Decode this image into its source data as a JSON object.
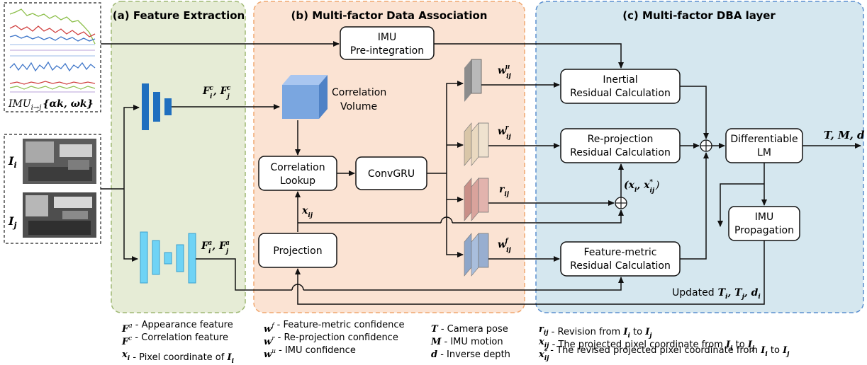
{
  "panels": {
    "feature_extraction": {
      "title": "(a) Feature Extraction",
      "fill": "#e6ecd6",
      "stroke": "#9fb874"
    },
    "data_association": {
      "title": "(b) Multi-factor Data Association",
      "fill": "#fbe3d3",
      "stroke": "#f0a870"
    },
    "dba_layer": {
      "title": "(c) Multi-factor DBA layer",
      "fill": "#d5e7ef",
      "stroke": "#5b8fcf"
    }
  },
  "inputs": {
    "imu_label": "IMU",
    "imu_sub": "i→j",
    "imu_set": "{αk, ωk}",
    "img_i": "I",
    "img_i_sub": "i",
    "img_j": "I",
    "img_j_sub": "j"
  },
  "boxes": {
    "imu_preint_l1": "IMU",
    "imu_preint_l2": "Pre-integration",
    "corr_volume_l1": "Correlation",
    "corr_volume_l2": "Volume",
    "corr_lookup_l1": "Correlation",
    "corr_lookup_l2": "Lookup",
    "convgru": "ConvGRU",
    "projection": "Projection",
    "inertial_l1": "Inertial",
    "inertial_l2": "Residual Calculation",
    "reproj_l1": "Re-projection",
    "reproj_l2": "Residual Calculation",
    "featmetric_l1": "Feature-metric",
    "featmetric_l2": "Residual Calculation",
    "diff_lm_l1": "Differentiable",
    "diff_lm_l2": "LM",
    "imu_prop_l1": "IMU",
    "imu_prop_l2": "Propagation"
  },
  "labels": {
    "fc": "F",
    "fc_text": "Fic, Fjc",
    "fa_text": "Fia, Fja",
    "xij": "xij",
    "wu": "wuij",
    "wr": "wrij",
    "rij": "rij",
    "wf": "wfij",
    "x_pair": "(xi, x*ij)",
    "output": "T, M, d",
    "updated": "Updated",
    "updated_vars": "Ti, Tj, di"
  },
  "legend": {
    "col1": [
      {
        "sym": "F",
        "sup": "a",
        "text": " - Appearance feature"
      },
      {
        "sym": "F",
        "sup": "c",
        "text": " - Correlation feature"
      },
      {
        "sym": "x",
        "sub": "i",
        "text": " - Pixel coordinate of ",
        "tail": "I",
        "tail_sub": "i"
      }
    ],
    "col2": [
      {
        "sym": "w",
        "sup": "f",
        "text": " - Feature-metric confidence"
      },
      {
        "sym": "w",
        "sup": "r",
        "text": " - Re-projection confidence"
      },
      {
        "sym": "w",
        "sup": "u",
        "text": " - IMU confidence"
      }
    ],
    "col3": [
      {
        "sym": "T",
        "text": " - Camera pose"
      },
      {
        "sym": "M",
        "text": " - IMU motion"
      },
      {
        "sym": "d",
        "text": " - Inverse depth"
      }
    ],
    "col4": [
      {
        "sym": "r",
        "sub": "ij",
        "text": " - Revision from ",
        "a": "I",
        "a_sub": "i",
        "mid": " to ",
        "b": "I",
        "b_sub": "j"
      },
      {
        "sym": "x",
        "sub": "ij",
        "text": " - The projected pixel coordinate from ",
        "a": "I",
        "a_sub": "i",
        "mid": " to ",
        "b": "I",
        "b_sub": "j"
      },
      {
        "sym": "x",
        "sub": "ij",
        "sup": "*",
        "text": " - The revised projected pixel coordinate from ",
        "a": "I",
        "a_sub": "i",
        "mid": " to ",
        "b": "I",
        "b_sub": "j"
      }
    ]
  },
  "colors": {
    "encoder_c": "#1f6fbf",
    "encoder_a": "#6fd3f5",
    "volume": "#7aa6e0",
    "conf_u": "#b9b9b9",
    "conf_r": "#ead9c0",
    "conf_rij": "#d9a39c",
    "conf_f": "#a9bedc",
    "plot_green": "#8cbf4a",
    "plot_red": "#d04040",
    "plot_blue": "#3f76c9"
  }
}
